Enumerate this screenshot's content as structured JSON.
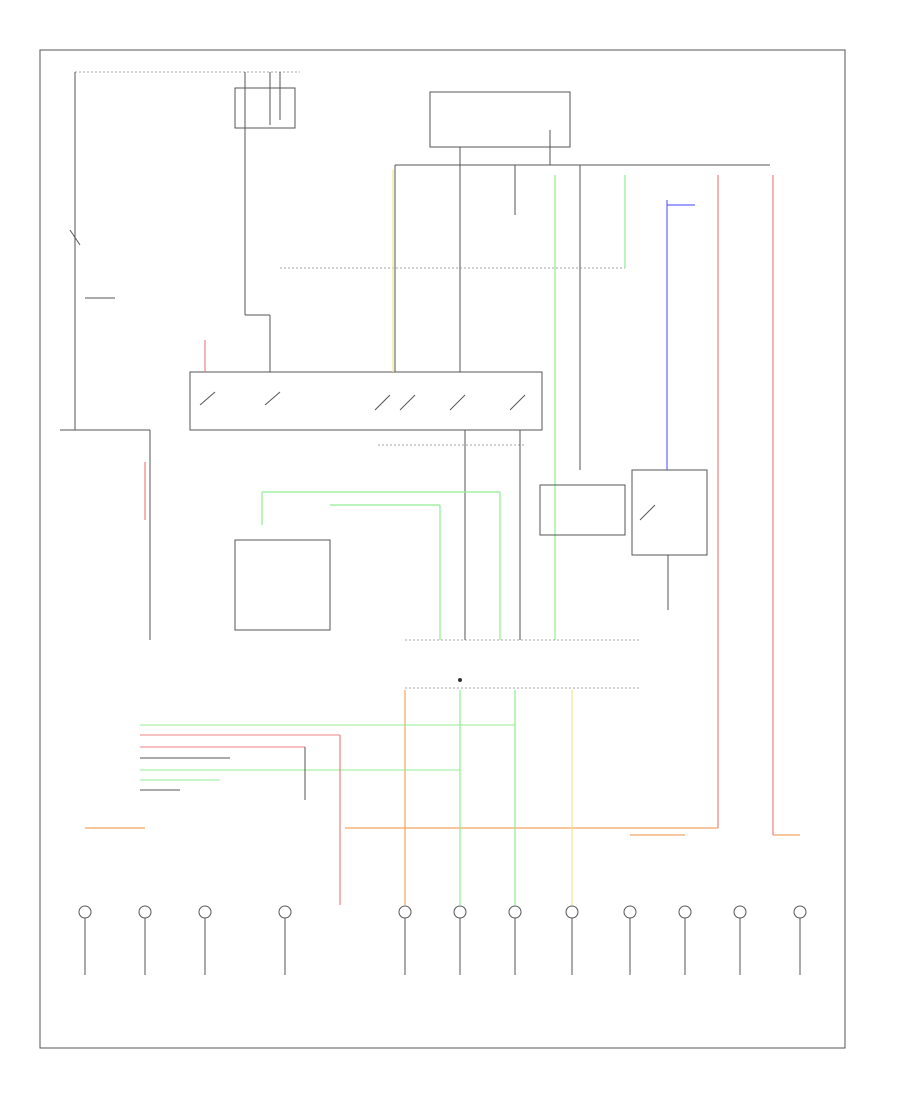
{
  "figure_label": "",
  "wire_colors": {
    "red": "#f08080",
    "green": "#90ee90",
    "yellow": "#f0e68c",
    "blue": "#6666ff",
    "orange": "#f4a460",
    "black": "#555555"
  },
  "components": {
    "fuse_block_hot": "",
    "combination_switch": "",
    "dimmer_relay": "",
    "hazard_flasher": "",
    "turn_signal_relay": "",
    "tail_lamp_relay": "",
    "trailer_connector": "",
    "ground_points": ""
  },
  "lamps": [
    {
      "id": "lamp-01"
    },
    {
      "id": "lamp-02"
    },
    {
      "id": "lamp-03"
    },
    {
      "id": "lamp-04"
    },
    {
      "id": "lamp-05"
    },
    {
      "id": "lamp-06"
    },
    {
      "id": "lamp-07"
    },
    {
      "id": "lamp-08"
    },
    {
      "id": "lamp-09"
    },
    {
      "id": "lamp-10"
    },
    {
      "id": "lamp-11"
    },
    {
      "id": "lamp-12"
    }
  ]
}
